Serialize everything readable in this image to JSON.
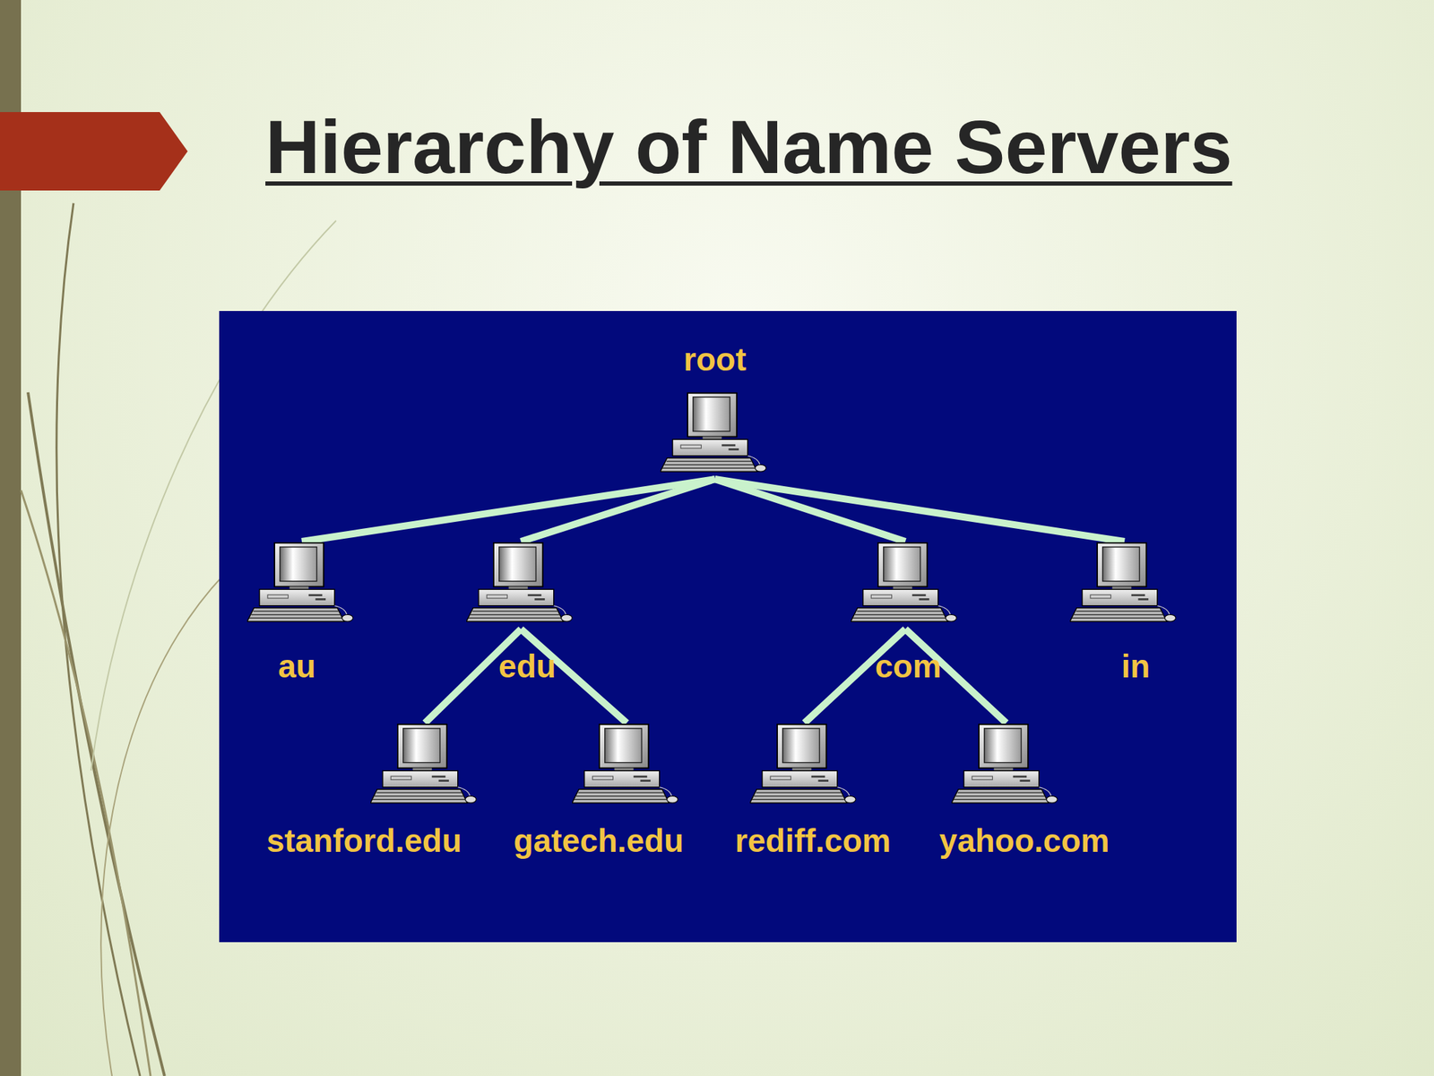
{
  "diagram": {
    "title": "Hierarchy of Name Servers",
    "nodes": [
      {
        "text": [
          "root"
        ]
      },
      {
        "text": [
          "au"
        ]
      },
      {
        "text": [
          "edu"
        ]
      },
      {
        "text": [
          "com"
        ]
      },
      {
        "text": [
          "in"
        ]
      },
      {
        "text": [
          "stanford.edu"
        ]
      },
      {
        "text": [
          "gatech.edu"
        ]
      },
      {
        "text": [
          "rediff.com"
        ]
      },
      {
        "text": [
          "yahoo.com"
        ]
      }
    ],
    "edges": [
      {
        "from": 0,
        "to": 1,
        "arrow": "none"
      },
      {
        "from": 0,
        "to": 2,
        "arrow": "none"
      },
      {
        "from": 0,
        "to": 3,
        "arrow": "none"
      },
      {
        "from": 0,
        "to": 4,
        "arrow": "none"
      },
      {
        "from": 2,
        "to": 5,
        "arrow": "none"
      },
      {
        "from": 2,
        "to": 6,
        "arrow": "none"
      },
      {
        "from": 3,
        "to": 7,
        "arrow": "none"
      },
      {
        "from": 3,
        "to": 8,
        "arrow": "none"
      }
    ]
  }
}
